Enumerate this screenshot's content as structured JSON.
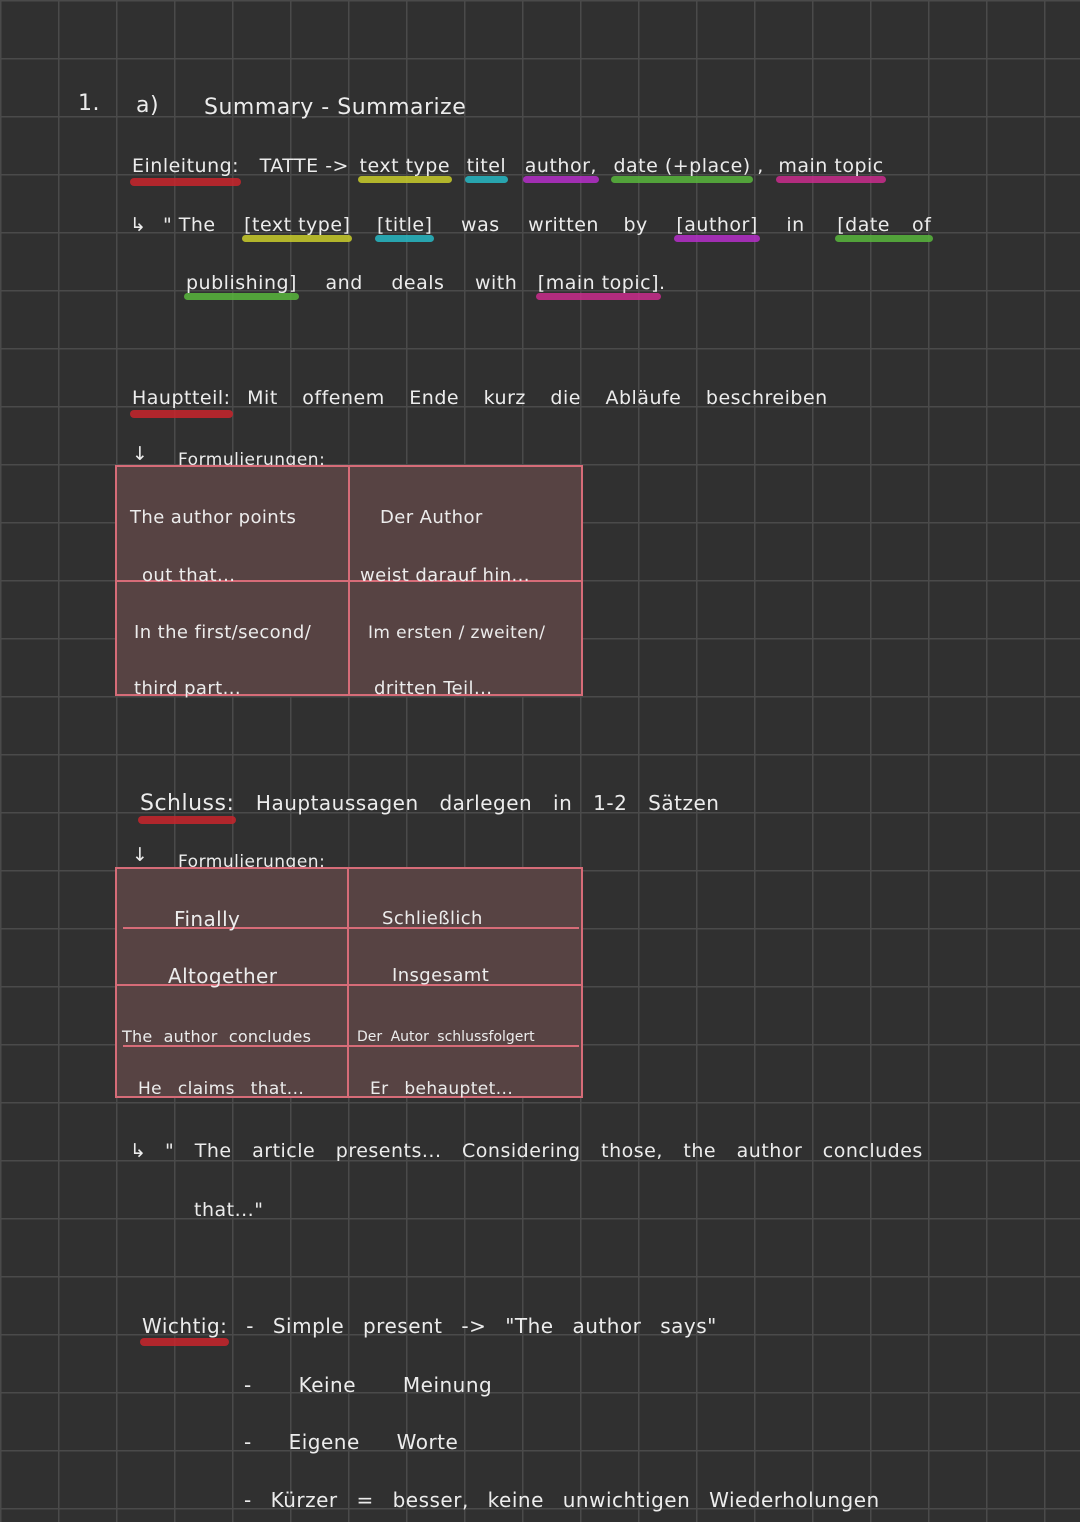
{
  "heading": {
    "number": "1.",
    "part": "a)",
    "title": "Summary - Summarize"
  },
  "einleitung": {
    "label": "Einleitung:",
    "tatte": "TATTE ->",
    "terms": [
      "text type",
      "titel",
      "author,",
      "date (+place)",
      ",",
      "main topic"
    ],
    "arrow": "↳",
    "line1": [
      "\" The",
      "[text type]",
      "[title]",
      "was",
      "written",
      "by",
      "[author]",
      "in",
      "[date",
      "of"
    ],
    "line2": [
      "publishing]",
      "and",
      "deals",
      "with",
      "[main topic]",
      "."
    ]
  },
  "hauptteil": {
    "label": "Hauptteil:",
    "text": "Mit offenem Ende kurz die Abläufe beschreiben",
    "arrow": "↓",
    "sub": "Formulierungen:",
    "table": [
      [
        "The author points",
        "Der Author"
      ],
      [
        "out that...",
        "weist darauf hin..."
      ],
      [
        "In the first/second/",
        "Im ersten / zweiten/"
      ],
      [
        "third part...",
        "dritten Teil..."
      ]
    ]
  },
  "schluss": {
    "label": "Schluss:",
    "text": "Hauptaussagen darlegen in 1-2 Sätzen",
    "arrow": "↓",
    "sub": "Formulierungen:",
    "table": [
      [
        "Finally",
        "Schließlich"
      ],
      [
        "Altogether",
        "Insgesamt"
      ],
      [
        "The author concludes",
        "Der Autor schlussfolgert"
      ],
      [
        "He claims that...",
        "Er behauptet..."
      ]
    ],
    "example_arrow": "↳",
    "example1": "\" The article presents... Considering those, the author concludes",
    "example2": "that...\""
  },
  "wichtig": {
    "label": "Wichtig:",
    "items": [
      "- Simple present -> \"The author says\"",
      "- Keine Meinung",
      "- Eigene Worte",
      "- Kürzer = besser, keine unwichtigen Wiederholungen"
    ]
  },
  "colors": {
    "red": "#c8242c",
    "yellow": "#c9cc2a",
    "cyan": "#27b8c4",
    "purple": "#b52ec9",
    "green": "#58b63c",
    "magenta": "#c92b8c",
    "table_fill": "#574343",
    "table_border": "#d66c78"
  }
}
